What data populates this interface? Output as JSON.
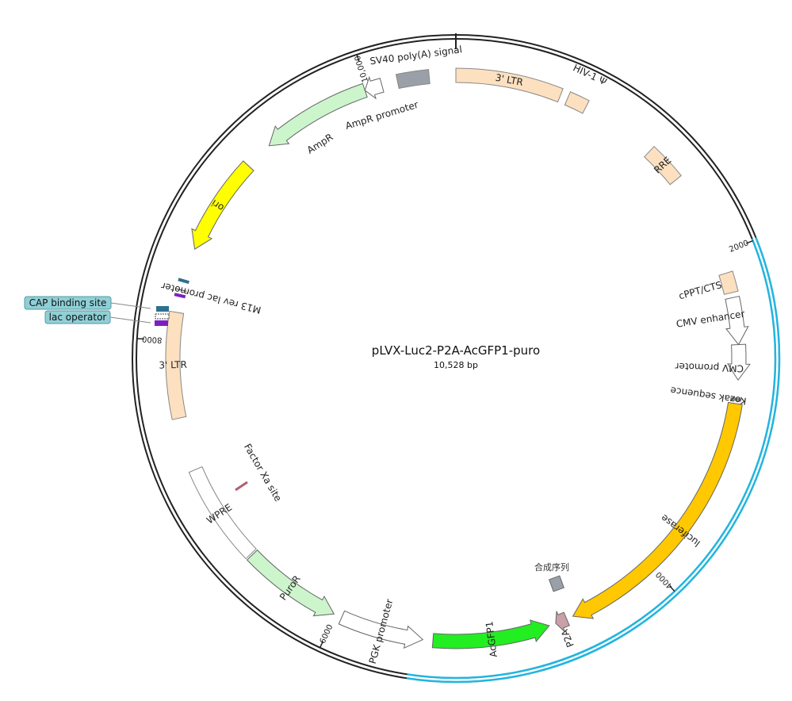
{
  "plasmid": {
    "name": "pLVX-Luc2-P2A-AcGFP1-puro",
    "size_label": "10,528 bp",
    "total_bp": 10528
  },
  "ticks": [
    {
      "bp": 2000,
      "label": "2000"
    },
    {
      "bp": 4000,
      "label": "4000"
    },
    {
      "bp": 6000,
      "label": "6000"
    },
    {
      "bp": 8000,
      "label": "8000"
    },
    {
      "bp": 10000,
      "label": "10,000"
    }
  ],
  "highlight_regions": [
    {
      "start": 1990,
      "end": 4830,
      "color": "#22b5e0",
      "ring": "outer"
    },
    {
      "start": 4380,
      "end": 5520,
      "color": "#22b5e0",
      "ring": "outer"
    }
  ],
  "features": [
    {
      "id": "3ltr-right",
      "label": "3' LTR",
      "start": 0,
      "end": 634,
      "type": "box",
      "color": "#fde0c0",
      "text_inside": true
    },
    {
      "id": "hiv1-psi",
      "label": "HIV-1 Ψ",
      "start": 680,
      "end": 800,
      "type": "box",
      "color": "#fde0c0",
      "text_inside": false
    },
    {
      "id": "rre",
      "label": "RRE",
      "start": 1260,
      "end": 1490,
      "type": "box",
      "color": "#fde0c0",
      "text_inside": true
    },
    {
      "id": "cppt-cts",
      "label": "cPPT/CTS",
      "start": 2120,
      "end": 2240,
      "type": "box",
      "color": "#fde0c0",
      "text_inside": false
    },
    {
      "id": "cmv-enhancer",
      "label": "CMV enhancer",
      "start": 2270,
      "end": 2550,
      "type": "arrow",
      "dir": 1,
      "color": "#ffffff",
      "text_inside": false
    },
    {
      "id": "cmv-promoter",
      "label": "CMV promoter",
      "start": 2550,
      "end": 2760,
      "type": "arrow",
      "dir": 1,
      "color": "#ffffff",
      "text_inside": false
    },
    {
      "id": "kozak",
      "label": "Kozak sequence",
      "start": 2870,
      "end": 2880,
      "type": "mark",
      "color": "#888888",
      "text_inside": false
    },
    {
      "id": "luciferase",
      "label": "luciferase",
      "start": 2900,
      "end": 4550,
      "type": "arrow",
      "dir": 1,
      "color": "#ffc800",
      "text_inside": true
    },
    {
      "id": "p2a",
      "label": "P2A",
      "start": 4590,
      "end": 4660,
      "type": "arrow",
      "dir": 1,
      "color": "#c9a0a8",
      "text_inside": false
    },
    {
      "id": "acgfp1",
      "label": "AcGFP1",
      "start": 4700,
      "end": 5400,
      "type": "arrow",
      "dir": -1,
      "color": "#22ee22",
      "text_inside": true
    },
    {
      "id": "pgk-promoter",
      "label": "PGK promoter",
      "start": 5460,
      "end": 5960,
      "type": "arrow",
      "dir": -1,
      "color": "#ffffff",
      "text_inside": true
    },
    {
      "id": "puror",
      "label": "PuroR",
      "start": 6010,
      "end": 6610,
      "type": "arrow",
      "dir": -1,
      "color": "#ccf5cc",
      "text_inside": true
    },
    {
      "id": "wpre",
      "label": "WPRE",
      "start": 6620,
      "end": 7220,
      "type": "box",
      "color": "#ffffff",
      "text_inside": true
    },
    {
      "id": "3ltr-left",
      "label": "3' LTR",
      "start": 7540,
      "end": 8170,
      "type": "box",
      "color": "#fde0c0",
      "text_inside": true
    },
    {
      "id": "cap-site",
      "label": "CAP binding site",
      "start": 8350,
      "end": 8372,
      "type": "mark",
      "color": "#2e7090",
      "text_inside": false
    },
    {
      "id": "lac-operator",
      "label": "lac operator",
      "start": 8260,
      "end": 8282,
      "type": "mark",
      "color": "#7c1fc0",
      "text_inside": false
    },
    {
      "id": "m13-lac",
      "label": "M13 rev lac promoter",
      "start": 8240,
      "end": 8370,
      "type": "mark",
      "color": "#444444",
      "text_inside": false
    },
    {
      "id": "ori",
      "label": "ori",
      "start": 8560,
      "end": 9150,
      "type": "arrow",
      "dir": -1,
      "color": "#ffff00",
      "text_inside": true
    },
    {
      "id": "ampr",
      "label": "AmpR",
      "start": 9320,
      "end": 9980,
      "type": "arrow",
      "dir": -1,
      "color": "#ccf5cc",
      "text_inside": false
    },
    {
      "id": "ampr-promoter",
      "label": "AmpR promoter",
      "start": 9980,
      "end": 10085,
      "type": "arrow",
      "dir": -1,
      "color": "#ffffff",
      "text_inside": false
    },
    {
      "id": "sv40-polya",
      "label": "SV40 poly(A) signal",
      "start": 10180,
      "end": 10370,
      "type": "box",
      "color": "#9aa0a8",
      "text_inside": false
    }
  ],
  "misc_labels": [
    {
      "id": "factor-xa",
      "label": "Factor Xa site"
    },
    {
      "id": "synthetic-seq",
      "label": "合成序列"
    }
  ],
  "callouts": [
    {
      "id": "cap-callout",
      "label": "CAP binding site",
      "color": "#8fcfd6"
    },
    {
      "id": "lac-callout",
      "label": "lac operator",
      "color": "#8fcfd6"
    }
  ]
}
